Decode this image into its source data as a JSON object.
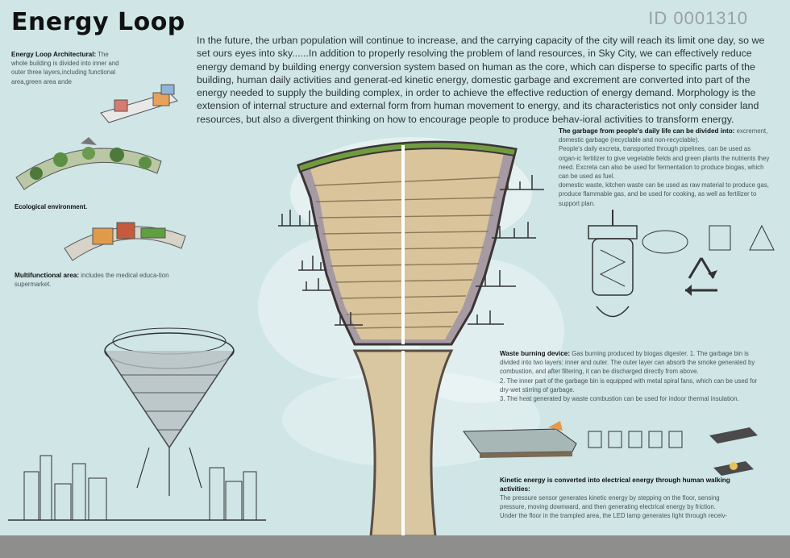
{
  "header": {
    "title": "Energy Loop",
    "id_code": "ID 0001310"
  },
  "intro": "In the future, the urban population will continue to increase, and the carrying capacity of the city will reach its limit one day, so we set ours eyes into sky......In addition to properly resolving the problem of land resources, in Sky City, we can effectively reduce energy demand by building energy conversion system based on human as the core, which can disperse to specific parts of the building, human daily activities and generat-ed kinetic energy, domestic garbage and excrement are converted into part of the energy needed to supply the building complex, in order to achieve the effective reduction of energy demand. Morphology is the extension of internal structure and external form from human movement to energy, and its characteristics not only consider land resources, but also a divergent thinking on how to encourage people to produce behav-ioral activities to transform energy.",
  "left": {
    "architecture_heading": "Energy Loop Architectural:",
    "architecture_text": " The whole building is divided into inner and outer three layers,including functional area,green area ande",
    "ecological_heading": "Ecological environment.",
    "multifunctional_heading": "Multifunctional area:",
    "multifunctional_text": " includes the medical educa-tion supermarket."
  },
  "garbage": {
    "heading": "The garbage from people's daily life can be divided into:",
    "text1": " excrement, domestic garbage (recyclable and non-recyclable).",
    "text2": "People's daily excreta, transported through pipelines, can be used as organ-ic fertilizer to give vegetable fields and green plants the nutrients they need. Excreta can also be used for fermentation to produce biogas, which can be used as fuel.",
    "text3": "domestic waste, kitchen waste can be used as raw material to produce gas, produce flammable gas, and be used for cooking, as well as fertilizer to support plan."
  },
  "waste": {
    "heading": "Waste burning device:",
    "text1": " Gas burning produced by biogas digester. 1. The garbage bin is divided into two layers: inner and outer. The outer layer can absorb the smoke generated by combustion, and after filtering, it can be discharged directly from above.",
    "text2": "2. The inner part of the garbage bin is equipped with metal spiral fans, which can be used for dry-wet stirring of garbage.",
    "text3": "3. The heat generated by waste combustion can be used for indoor thermal insulation."
  },
  "kinetic": {
    "heading": "Kinetic energy is converted into electrical energy through human walking activities:",
    "text1": "The pressure sensor generates kinetic energy by stepping on the floor, sensing pressure, moving downward, and then generating electrical energy by friction.",
    "text2": "Under the floor in the trampled area, the LED lamp generates light through receiv-"
  },
  "colors": {
    "background": "#cfe5e6",
    "tower_wood": "#d9c49c",
    "tower_shell": "#a69ba2",
    "green_roof": "#6f9c3f",
    "stem": "#d8c7a1",
    "ground": "#8e8f8c"
  }
}
